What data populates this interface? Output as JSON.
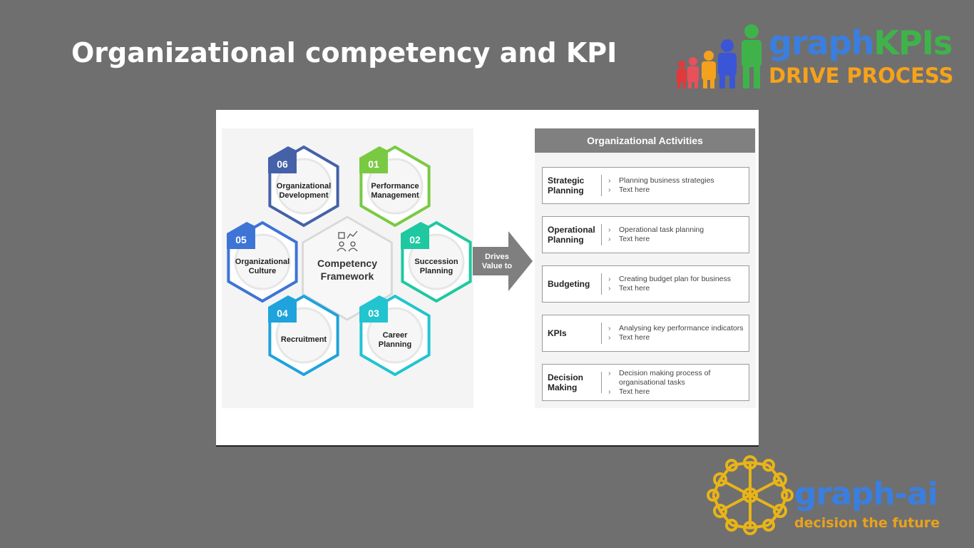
{
  "title": "Organizational competency and KPI",
  "logo_kpis": {
    "part1": "graph",
    "part2": "KPIs",
    "tagline": "DRIVE PROCESS",
    "icon": "people-family-icon"
  },
  "logo_ai": {
    "wordmark": "graph-ai",
    "tagline": "decision the future",
    "icon": "network-nodes-icon"
  },
  "framework": {
    "center_line1": "Competency",
    "center_line2": "Framework",
    "center_icon": "people-chart-icon",
    "items": [
      {
        "number": "01",
        "line1": "Performance",
        "line2": "Management",
        "color": "#7ac943"
      },
      {
        "number": "02",
        "line1": "Succession",
        "line2": "Planning",
        "color": "#1fc8a0"
      },
      {
        "number": "03",
        "line1": "Career",
        "line2": "Planning",
        "color": "#22c4cf"
      },
      {
        "number": "04",
        "line1": "Recruitment",
        "line2": "",
        "color": "#1fa3dc"
      },
      {
        "number": "05",
        "line1": "Organizational",
        "line2": "Culture",
        "color": "#3d74d6"
      },
      {
        "number": "06",
        "line1": "Organizational",
        "line2": "Development",
        "color": "#4561a8"
      }
    ]
  },
  "arrow": {
    "line1": "Drives",
    "line2": "Value to"
  },
  "activities": {
    "header": "Organizational Activities",
    "rows": [
      {
        "name_line1": "Strategic",
        "name_line2": "Planning",
        "items": [
          "Planning business strategies",
          "Text here"
        ]
      },
      {
        "name_line1": "Operational",
        "name_line2": "Planning",
        "items": [
          "Operational task planning",
          "Text here"
        ]
      },
      {
        "name_line1": "Budgeting",
        "name_line2": "",
        "items": [
          "Creating budget plan for business",
          "Text here"
        ]
      },
      {
        "name_line1": "KPIs",
        "name_line2": "",
        "items": [
          "Analysing key performance  indicators",
          "Text here"
        ]
      },
      {
        "name_line1": "Decision",
        "name_line2": "Making",
        "items": [
          "Decision making process of organisational tasks",
          "Text here"
        ]
      }
    ]
  }
}
